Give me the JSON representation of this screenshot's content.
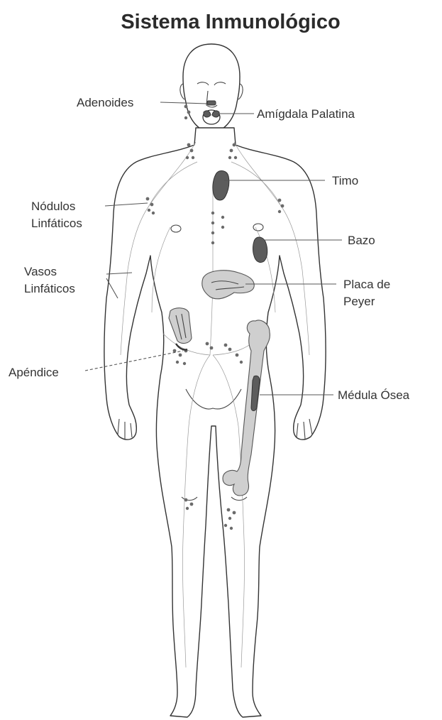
{
  "title": "Sistema Inmunológico",
  "labels": {
    "adenoides": "Adenoides",
    "amigdala": "Amígdala Palatina",
    "timo": "Timo",
    "nodulos_1": "Nódulos",
    "nodulos_2": "Linfáticos",
    "bazo": "Bazo",
    "vasos_1": "Vasos",
    "vasos_2": "Linfáticos",
    "placa_1": "Placa de",
    "placa_2": "Peyer",
    "apendice": "Apéndice",
    "medula": "Médula Ósea"
  },
  "colors": {
    "outline": "#333333",
    "organ_dark": "#5c5c5c",
    "organ_light": "#cfcfcf",
    "background": "#ffffff"
  }
}
